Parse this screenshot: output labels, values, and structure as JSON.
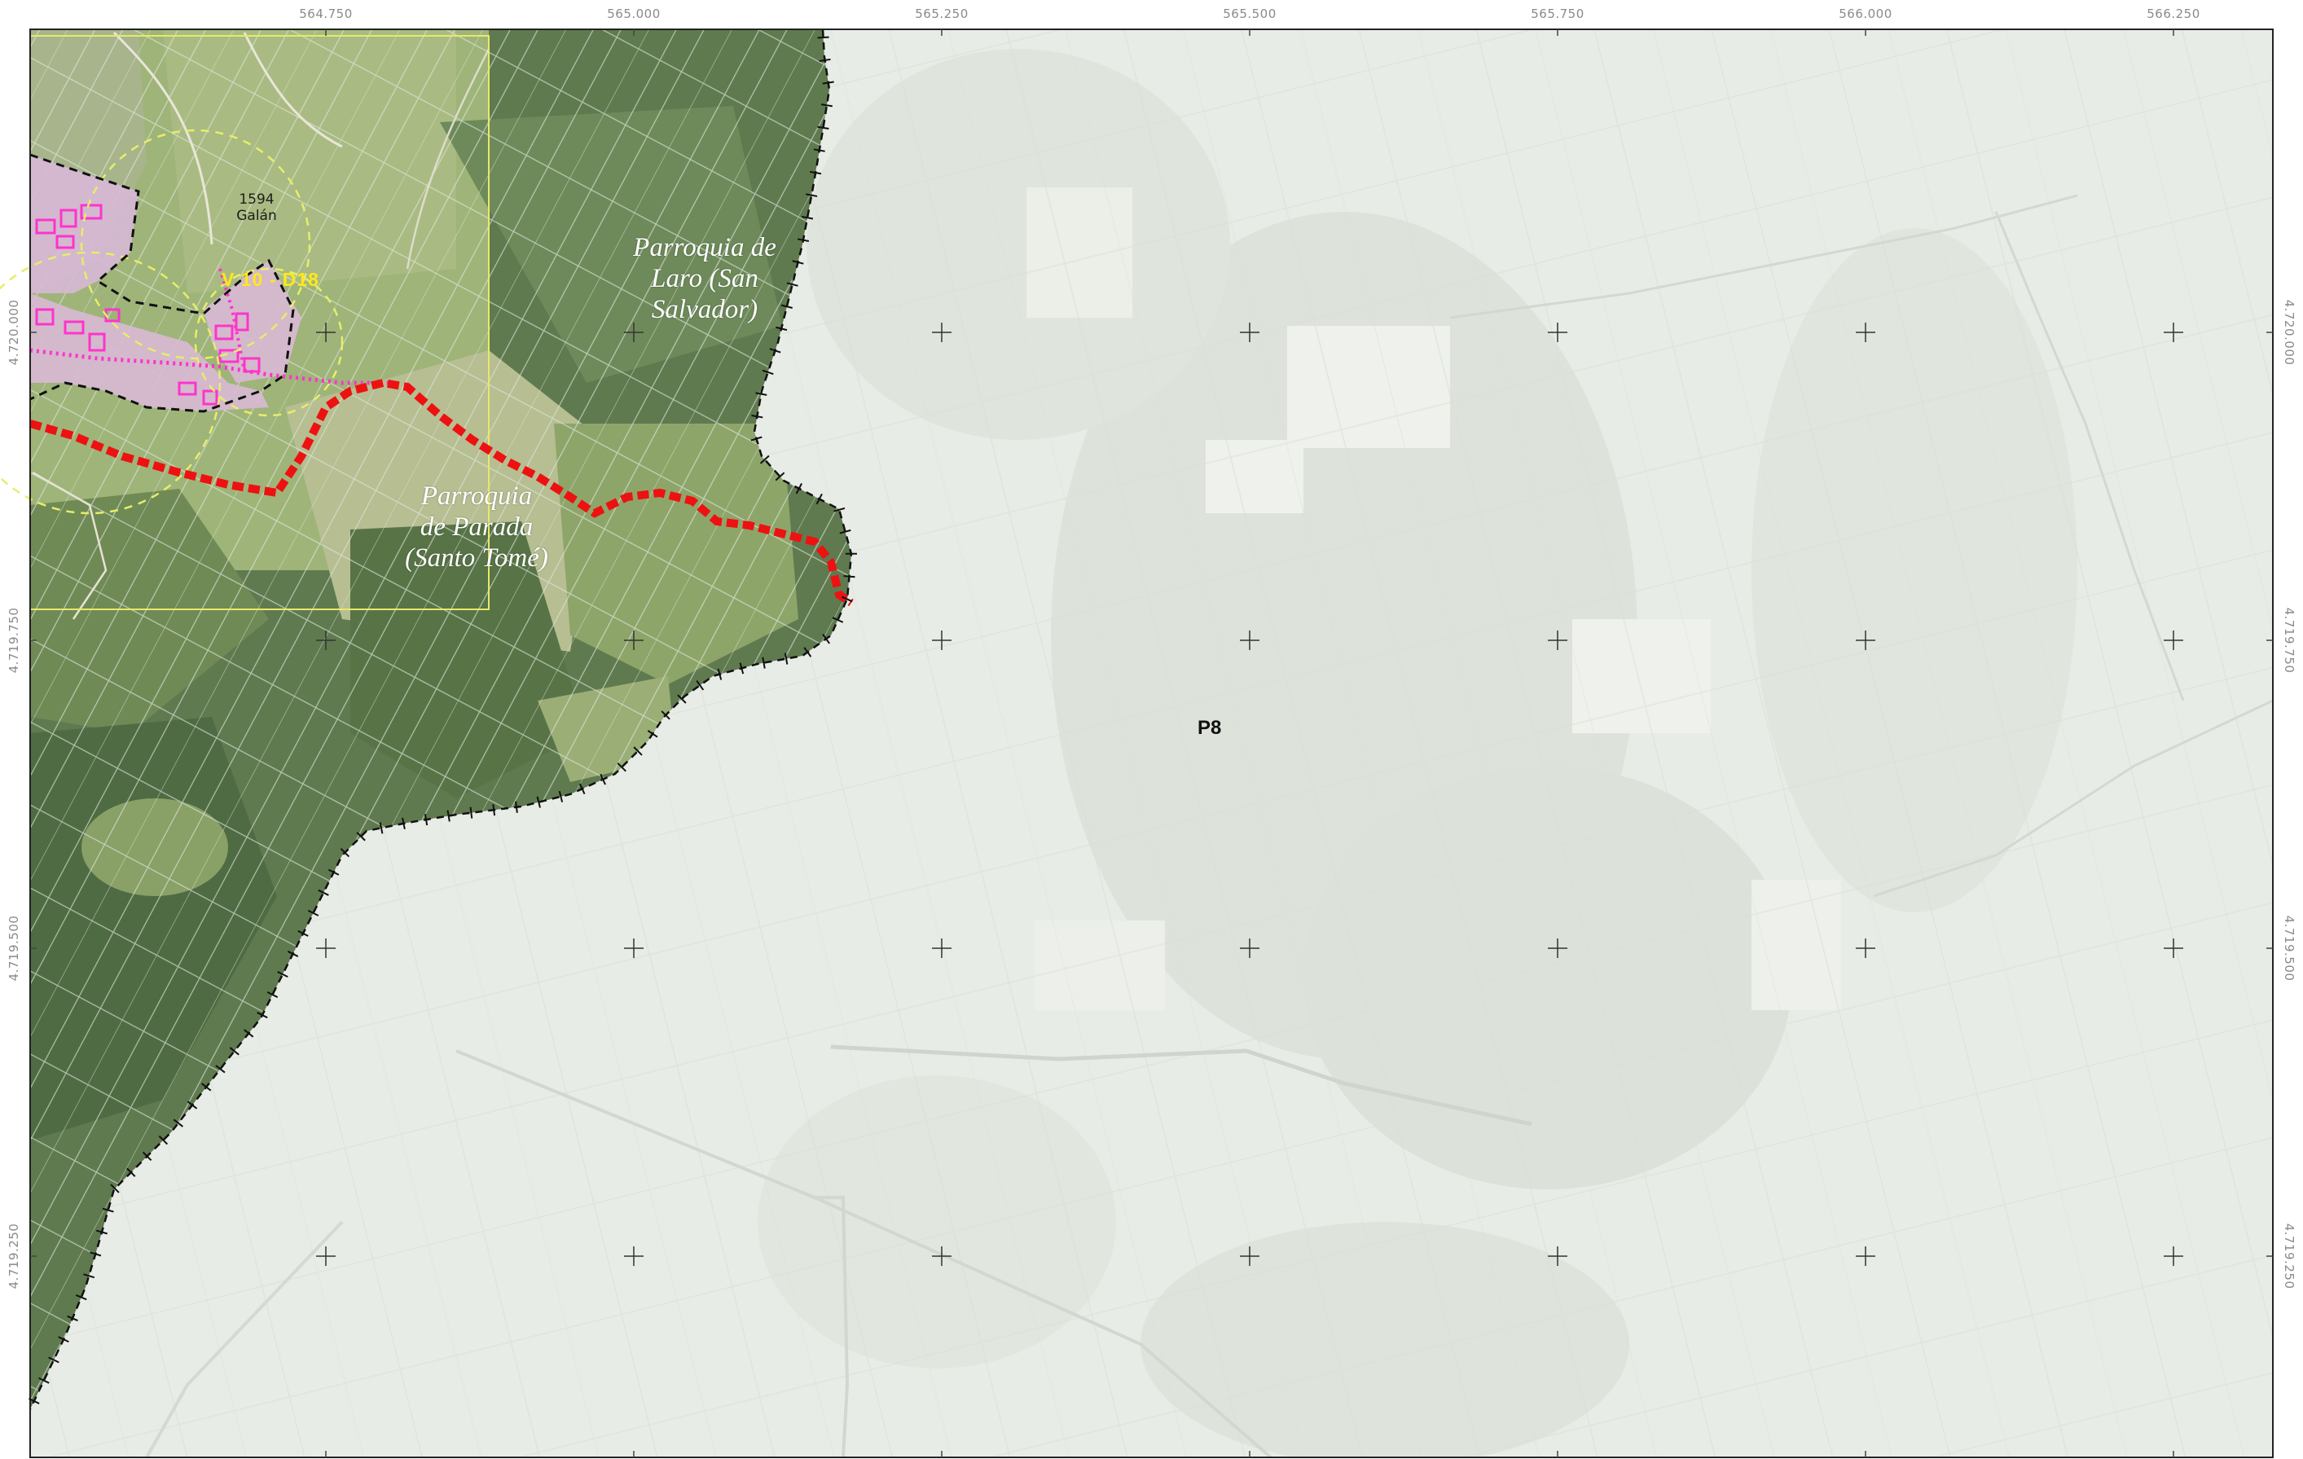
{
  "map": {
    "sheet_label": "P8",
    "x_coordinates": [
      "564.750",
      "565.000",
      "565.250",
      "565.500",
      "565.750",
      "566.000",
      "566.250"
    ],
    "y_coordinates": [
      "4.720.000",
      "4.719.750",
      "4.719.500",
      "4.719.250"
    ],
    "parishes": [
      {
        "name": "Parroquia de\nLaro (San\nSalvador)"
      },
      {
        "name": "Parroquia\nde Parada\n(Santo Tomé)"
      }
    ],
    "place": {
      "code": "1594",
      "name": "Galán"
    },
    "road_label": "V 10 - D18",
    "colors": {
      "route": "#ee1111",
      "settlement": "#ff33cc",
      "boundary": "#111111",
      "faded_imagery": "#e6ebe4",
      "sheet_frame": "#e8e86a",
      "label_yellow": "#ffe81a"
    }
  }
}
